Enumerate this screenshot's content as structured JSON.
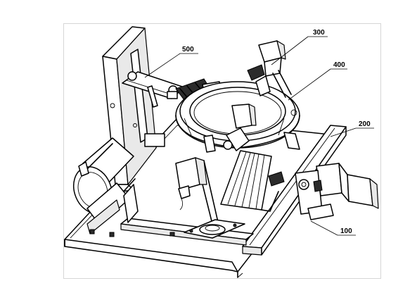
{
  "figure": {
    "reference_labels": [
      "300",
      "400",
      "500",
      "200",
      "100"
    ]
  },
  "colors": {
    "line": "#000000",
    "background": "#ffffff",
    "frame": "#d6d6d6"
  }
}
